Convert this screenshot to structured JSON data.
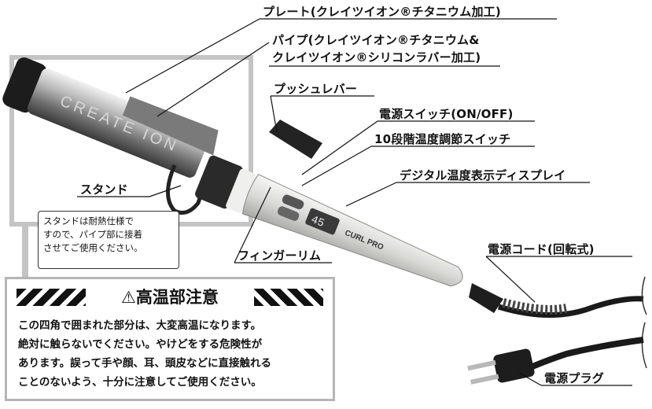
{
  "labels": {
    "plate": "プレート(クレイツイオン®チタニウム加工)",
    "pipe_line1": "パイプ(クレイツイオン®チタニウム&",
    "pipe_line2": "クレイツイオン®シリコンラバー加工)",
    "push_lever": "プッシュレバー",
    "power_switch": "電源スイッチ(ON/OFF)",
    "temp_switch": "10段階温度調節スイッチ",
    "digital_display": "デジタル温度表示ディスプレイ",
    "stand": "スタンド",
    "finger_rim": "フィンガーリム",
    "power_cord": "電源コード(回転式)",
    "power_plug": "電源プラグ"
  },
  "stand_note": [
    "スタンドは耐熱仕様で",
    "すので、パイプ部に接着",
    "させてご使用ください。"
  ],
  "warning": {
    "title": "⚠高温部注意",
    "lines": [
      "この四角で囲まれた部分は、大変高温になります。",
      "絶対に触らないでください。やけどをする危険性が",
      "あります。誤って手や顔、耳、頭皮などに直接触れる",
      "ことのないよう、十分に注意してご使用ください。"
    ]
  },
  "device_text": {
    "barrel_brand": "CREATE ION",
    "handle_brand": "CURL PRO",
    "display_value": "45"
  },
  "colors": {
    "highlight_box": "#b5b5b5",
    "handle": "#d8d8d6",
    "barrel": "#9a9a9a",
    "cord": "#1a1a1a"
  }
}
